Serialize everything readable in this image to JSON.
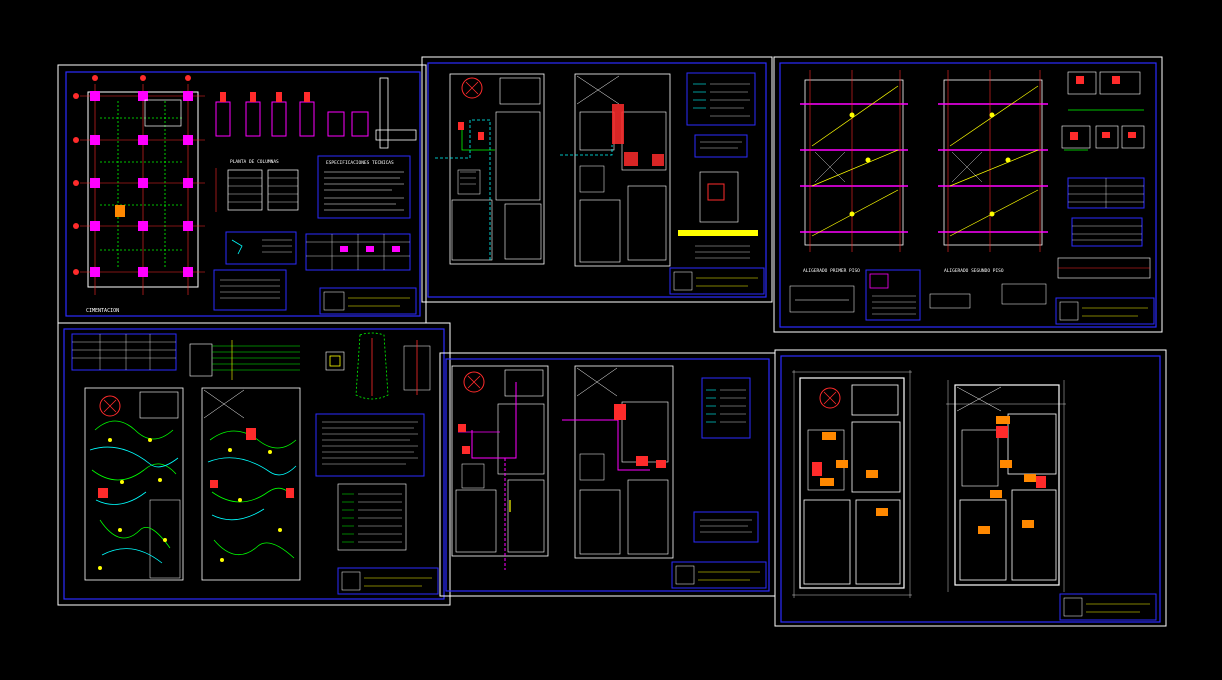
{
  "colors": {
    "background": "#000000",
    "sheet_border": "#ffffff",
    "frame": "#0000ff",
    "wall": "#ffffff",
    "structure": "#ff00ff",
    "electrical_green": "#00ff00",
    "electrical_cyan": "#00ffff",
    "accent_yellow": "#ffff00",
    "accent_red": "#ff0000",
    "accent_orange": "#ff8800"
  },
  "labels": {
    "sheet1_caption": "CIMENTACION",
    "sheet1_section_title": "PLANTA DE COLUMNAS",
    "sheet1_spec_title": "ESPECIFICACIONES TECNICAS",
    "sheet3_left_caption": "ALIGERADO PRIMER PISO",
    "sheet3_right_caption": "ALIGERADO SEGUNDO PISO"
  }
}
